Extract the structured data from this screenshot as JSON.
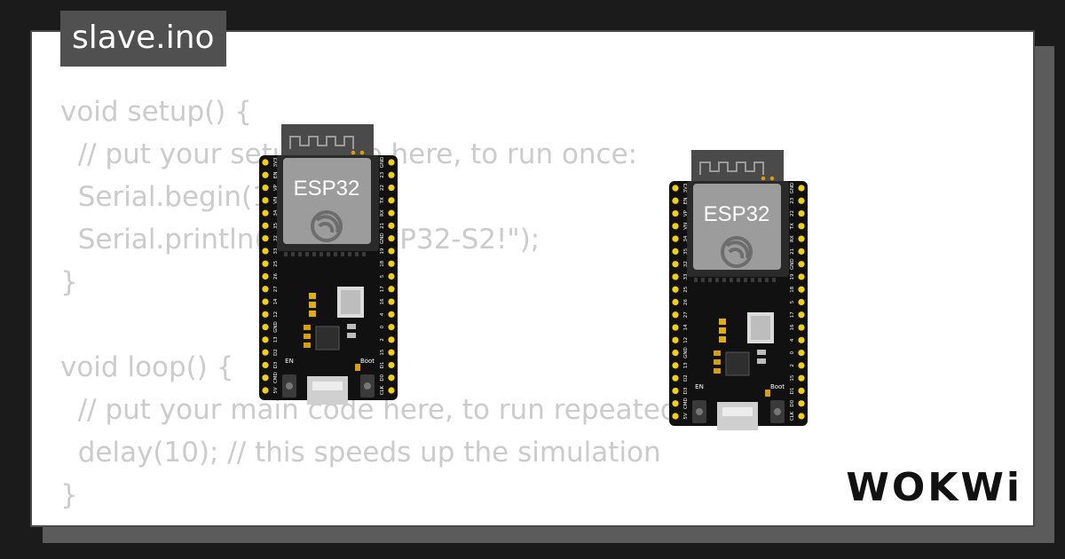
{
  "file": {
    "name": "slave.ino"
  },
  "code": {
    "lines": [
      "void setup() {",
      "  // put your setup code here, to run once:",
      "  Serial.begin(115200);",
      "  Serial.println(\"Hello, ESP32-S2!\");",
      "}",
      "",
      "void loop() {",
      "  // put your main code here, to run repeatedly:",
      "  delay(10); // this speeds up the simulation",
      "}"
    ]
  },
  "boards": [
    {
      "chip_label": "ESP32",
      "btn_left": "EN",
      "btn_right": "Boot",
      "left_pins": [
        "3V3",
        "EN",
        "VP",
        "VN",
        "34",
        "35",
        "32",
        "33",
        "25",
        "26",
        "27",
        "14",
        "12",
        "GND",
        "13",
        "D2",
        "D3",
        "CMD",
        "5V"
      ],
      "right_pins": [
        "GND",
        "23",
        "22",
        "TX",
        "RX",
        "21",
        "GND",
        "19",
        "18",
        "5",
        "17",
        "16",
        "4",
        "0",
        "2",
        "15",
        "D1",
        "D0",
        "CLK"
      ]
    },
    {
      "chip_label": "ESP32",
      "btn_left": "EN",
      "btn_right": "Boot",
      "left_pins": [
        "3V3",
        "EN",
        "VP",
        "VN",
        "34",
        "35",
        "32",
        "33",
        "25",
        "26",
        "27",
        "14",
        "12",
        "GND",
        "13",
        "D2",
        "D3",
        "CMD",
        "5V"
      ],
      "right_pins": [
        "GND",
        "23",
        "22",
        "TX",
        "RX",
        "21",
        "GND",
        "19",
        "18",
        "5",
        "17",
        "16",
        "4",
        "0",
        "2",
        "15",
        "D1",
        "D0",
        "CLK"
      ]
    }
  ],
  "brand": {
    "logo": "WOKWi"
  },
  "colors": {
    "pcb": "#111111",
    "pin": "#f2d200",
    "module": "#4a4a4a",
    "can": "#9c9c9c",
    "tag_bg": "#505050",
    "code_text": "#cbcbcb"
  }
}
